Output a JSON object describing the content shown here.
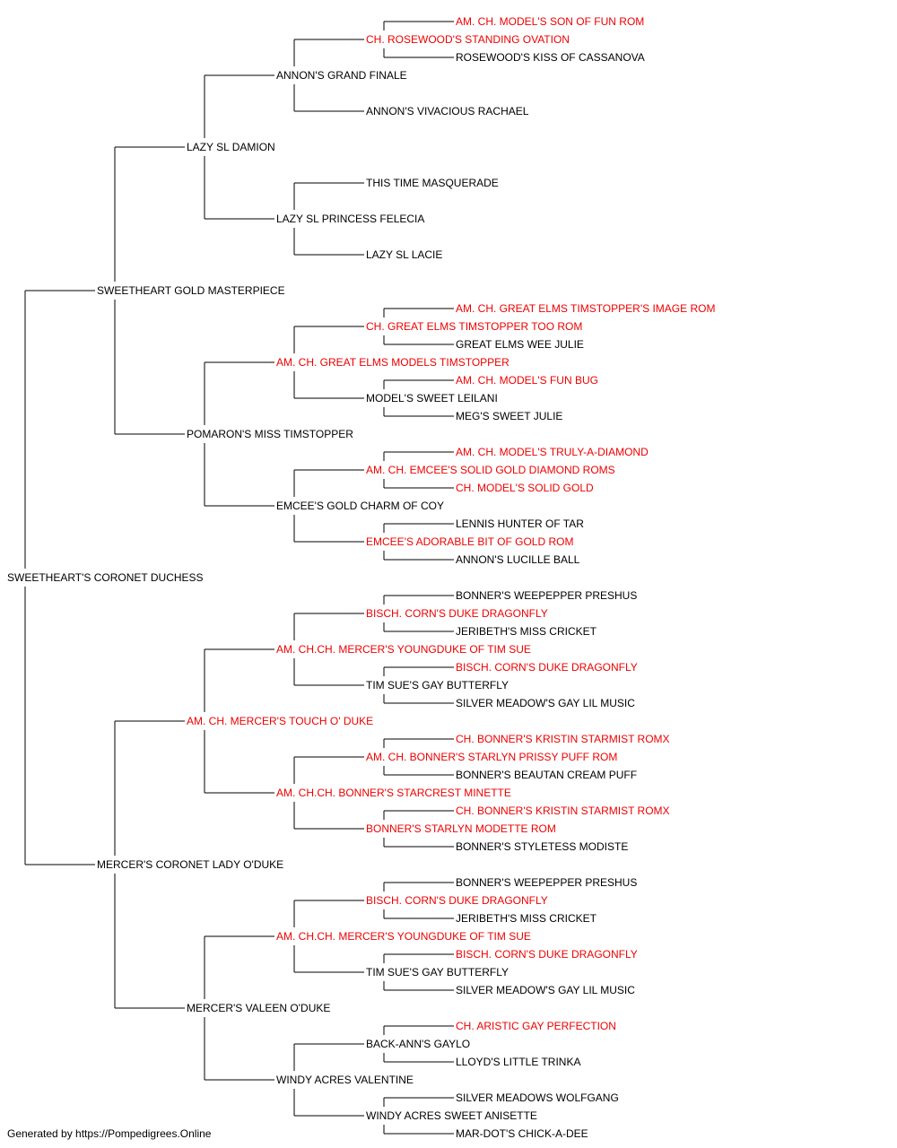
{
  "colors": {
    "champion": "#ee0000",
    "normal": "#000000"
  },
  "footer": "Generated by https://Pompedigrees.Online",
  "pedigree": {
    "name": "SWEETHEART'S CORONET DUCHESS",
    "champion": false,
    "sire": {
      "name": "SWEETHEART GOLD MASTERPIECE",
      "champion": false,
      "sire": {
        "name": "LAZY SL DAMION",
        "champion": false,
        "sire": {
          "name": "ANNON'S GRAND FINALE",
          "champion": false,
          "sire": {
            "name": "CH. ROSEWOOD'S STANDING OVATION",
            "champion": true,
            "sire": {
              "name": "AM. CH. MODEL'S SON OF FUN ROM",
              "champion": true
            },
            "dam": {
              "name": "ROSEWOOD'S KISS OF CASSANOVA",
              "champion": false
            }
          },
          "dam": {
            "name": "ANNON'S VIVACIOUS RACHAEL",
            "champion": false
          }
        },
        "dam": {
          "name": "LAZY SL PRINCESS FELECIA",
          "champion": false,
          "sire": {
            "name": "THIS TIME MASQUERADE",
            "champion": false
          },
          "dam": {
            "name": "LAZY SL LACIE",
            "champion": false
          }
        }
      },
      "dam": {
        "name": "POMARON'S MISS TIMSTOPPER",
        "champion": false,
        "sire": {
          "name": "AM. CH. GREAT ELMS MODELS TIMSTOPPER",
          "champion": true,
          "sire": {
            "name": "CH. GREAT ELMS TIMSTOPPER TOO ROM",
            "champion": true,
            "sire": {
              "name": "AM. CH. GREAT ELMS TIMSTOPPER'S IMAGE ROM",
              "champion": true
            },
            "dam": {
              "name": "GREAT ELMS WEE JULIE",
              "champion": false
            }
          },
          "dam": {
            "name": "MODEL'S SWEET LEILANI",
            "champion": false,
            "sire": {
              "name": "AM. CH. MODEL'S FUN BUG",
              "champion": true
            },
            "dam": {
              "name": "MEG'S SWEET JULIE",
              "champion": false
            }
          }
        },
        "dam": {
          "name": "EMCEE'S GOLD CHARM OF COY",
          "champion": false,
          "sire": {
            "name": "AM. CH. EMCEE'S SOLID GOLD DIAMOND ROMS",
            "champion": true,
            "sire": {
              "name": "AM. CH. MODEL'S TRULY-A-DIAMOND",
              "champion": true
            },
            "dam": {
              "name": "CH. MODEL'S SOLID GOLD",
              "champion": true
            }
          },
          "dam": {
            "name": "EMCEE'S ADORABLE BIT OF GOLD ROM",
            "champion": true,
            "sire": {
              "name": "LENNIS HUNTER OF TAR",
              "champion": false
            },
            "dam": {
              "name": "ANNON'S LUCILLE BALL",
              "champion": false
            }
          }
        }
      }
    },
    "dam": {
      "name": "MERCER'S CORONET LADY O'DUKE",
      "champion": false,
      "sire": {
        "name": "AM. CH. MERCER'S TOUCH O' DUKE",
        "champion": true,
        "sire": {
          "name": "AM. CH.CH. MERCER'S YOUNGDUKE OF TIM SUE",
          "champion": true,
          "sire": {
            "name": "BISCH. CORN'S DUKE DRAGONFLY",
            "champion": true,
            "sire": {
              "name": "BONNER'S WEEPEPPER PRESHUS",
              "champion": false
            },
            "dam": {
              "name": "JERIBETH'S MISS CRICKET",
              "champion": false
            }
          },
          "dam": {
            "name": "TIM SUE'S GAY BUTTERFLY",
            "champion": false,
            "sire": {
              "name": "BISCH. CORN'S DUKE DRAGONFLY",
              "champion": true
            },
            "dam": {
              "name": "SILVER MEADOW'S GAY LIL MUSIC",
              "champion": false
            }
          }
        },
        "dam": {
          "name": "AM. CH.CH. BONNER'S STARCREST MINETTE",
          "champion": true,
          "sire": {
            "name": "AM. CH. BONNER'S STARLYN PRISSY PUFF ROM",
            "champion": true,
            "sire": {
              "name": "CH. BONNER'S KRISTIN STARMIST ROMX",
              "champion": true
            },
            "dam": {
              "name": "BONNER'S BEAUTAN CREAM PUFF",
              "champion": false
            }
          },
          "dam": {
            "name": "BONNER'S STARLYN MODETTE ROM",
            "champion": true,
            "sire": {
              "name": "CH. BONNER'S KRISTIN STARMIST ROMX",
              "champion": true
            },
            "dam": {
              "name": "BONNER'S STYLETESS MODISTE",
              "champion": false
            }
          }
        }
      },
      "dam": {
        "name": "MERCER'S VALEEN O'DUKE",
        "champion": false,
        "sire": {
          "name": "AM. CH.CH. MERCER'S YOUNGDUKE OF TIM SUE",
          "champion": true,
          "sire": {
            "name": "BISCH. CORN'S DUKE DRAGONFLY",
            "champion": true,
            "sire": {
              "name": "BONNER'S WEEPEPPER PRESHUS",
              "champion": false
            },
            "dam": {
              "name": "JERIBETH'S MISS CRICKET",
              "champion": false
            }
          },
          "dam": {
            "name": "TIM SUE'S GAY BUTTERFLY",
            "champion": false,
            "sire": {
              "name": "BISCH. CORN'S DUKE DRAGONFLY",
              "champion": true
            },
            "dam": {
              "name": "SILVER MEADOW'S GAY LIL MUSIC",
              "champion": false
            }
          }
        },
        "dam": {
          "name": "WINDY ACRES VALENTINE",
          "champion": false,
          "sire": {
            "name": "BACK-ANN'S GAYLO",
            "champion": false,
            "sire": {
              "name": "CH. ARISTIC GAY PERFECTION",
              "champion": true
            },
            "dam": {
              "name": "LLOYD'S LITTLE TRINKA",
              "champion": false
            }
          },
          "dam": {
            "name": "WINDY ACRES SWEET ANISETTE",
            "champion": false,
            "sire": {
              "name": "SILVER MEADOWS WOLFGANG",
              "champion": false
            },
            "dam": {
              "name": "MAR-DOT'S CHICK-A-DEE",
              "champion": false
            }
          }
        }
      }
    }
  }
}
